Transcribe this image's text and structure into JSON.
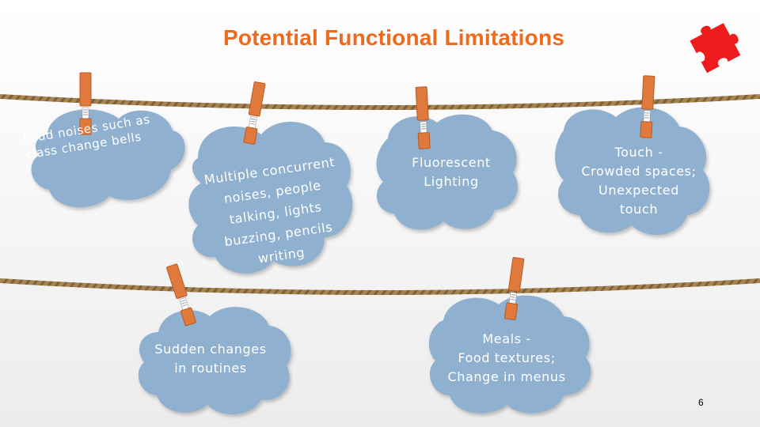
{
  "slide": {
    "title": "Potential Functional Limitations",
    "page_number": "6"
  },
  "clouds": [
    {
      "text": "Loud noises such as class change bells"
    },
    {
      "text": "Multiple concurrent\nnoises, people\ntalking, lights\nbuzzing, pencils\nwriting"
    },
    {
      "text": "Fluorescent\nLighting"
    },
    {
      "text": "Touch -\nCrowded spaces;\nUnexpected\ntouch"
    },
    {
      "text": "Sudden changes\nin routines"
    },
    {
      "text": "Meals -\nFood textures;\nChange in menus"
    }
  ],
  "colors": {
    "title": "#ee6a1e",
    "cloud": "#8fb0cf",
    "clothespin": "#e07a3c",
    "rope": "#9a7a4a",
    "puzzle": "#ee1c1c"
  },
  "icons": [
    "puzzle-piece-icon",
    "clothespin-icon"
  ]
}
